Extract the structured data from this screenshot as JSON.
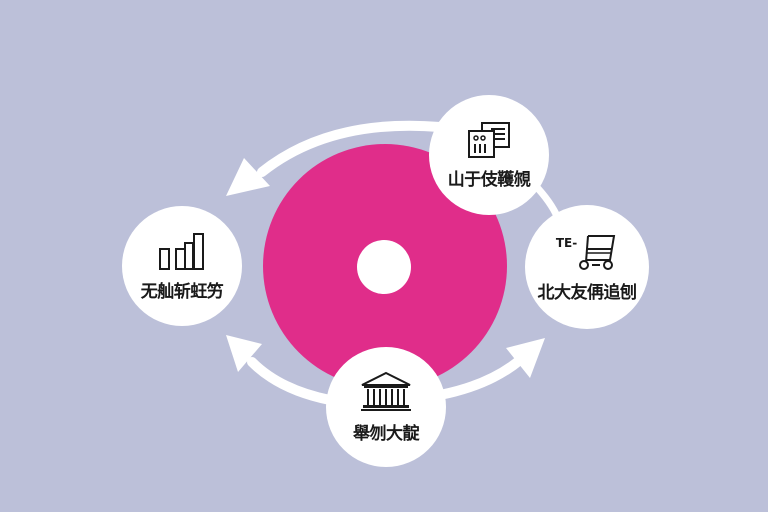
{
  "diagram": {
    "type": "cycle",
    "colors": {
      "background": "#bcc0d9",
      "center_ring": "#e02d8a",
      "center_hole": "#ffffff",
      "node_fill": "#ffffff",
      "arrow": "#ffffff",
      "ink": "#1a1a1a"
    },
    "center": {
      "shape": "donut"
    },
    "nodes": [
      {
        "id": "top",
        "label": "山于伎韄覙",
        "icon": "documents-icon"
      },
      {
        "id": "right",
        "label": "北大友侢追刨",
        "icon": "music-cart-icon",
        "icon_text": "TE-"
      },
      {
        "id": "bottom",
        "label": "舉刎大靛",
        "icon": "bank-building-icon"
      },
      {
        "id": "left",
        "label": "无舢斩蚟竻",
        "icon": "bar-chart-icon"
      }
    ],
    "arrows": [
      {
        "from": "top",
        "to": "left",
        "direction": "counter-clockwise"
      },
      {
        "from": "bottom",
        "to": "left",
        "direction": "up-left"
      },
      {
        "from": "bottom",
        "to": "right",
        "direction": "up-right"
      },
      {
        "from": "top",
        "to": "right",
        "direction": "connector"
      }
    ]
  }
}
